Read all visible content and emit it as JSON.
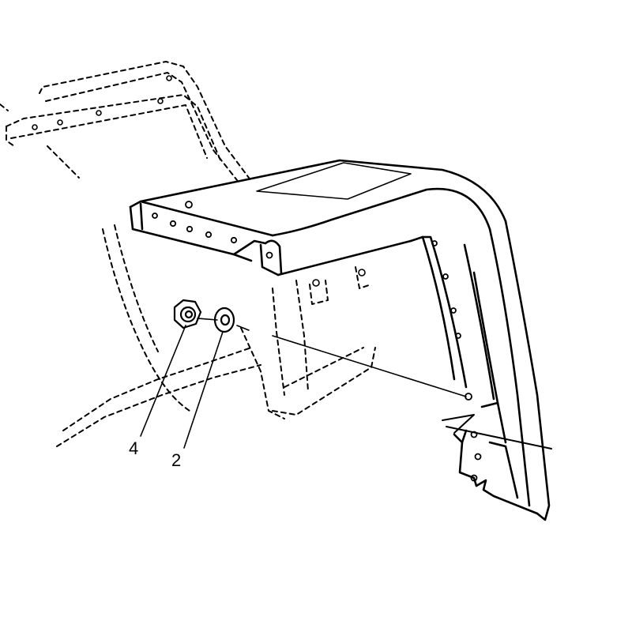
{
  "diagram": {
    "callouts": [
      {
        "id": "nut",
        "label": "4"
      },
      {
        "id": "washer",
        "label": "2"
      }
    ],
    "colors": {
      "line": "#000000",
      "background": "#ffffff"
    }
  }
}
